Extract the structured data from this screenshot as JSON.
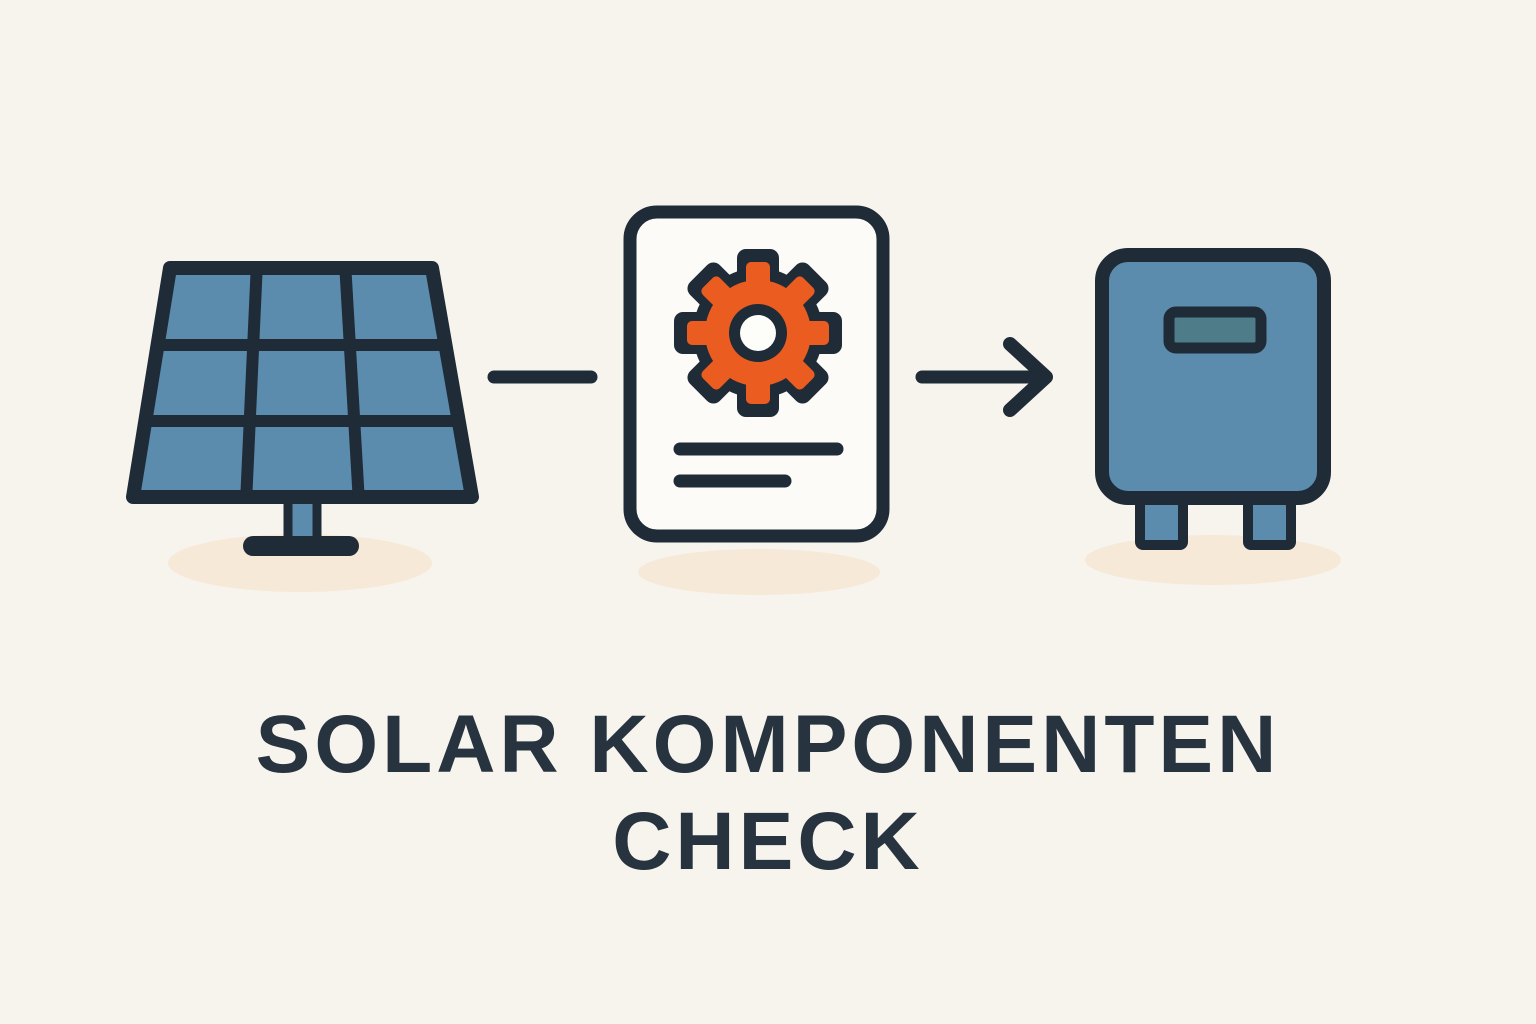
{
  "title": {
    "line1": "SOLAR KOMPONENTEN",
    "line2": "CHECK"
  },
  "diagram": {
    "flow": [
      "solar-panel",
      "dash-connector",
      "document-gear-check",
      "arrow-right",
      "inverter"
    ],
    "icons": {
      "solar_panel": "solar-panel-icon",
      "dash_connector": "dash-connector-icon",
      "document": "document-icon",
      "gear": "gear-icon",
      "text_lines": "document-text-lines",
      "arrow": "arrow-right-icon",
      "inverter": "inverter-icon",
      "display": "inverter-display-icon"
    }
  },
  "palette": {
    "background": "#f7f4ee",
    "outline_dark": "#1f2b36",
    "panel_blue": "#5b8bad",
    "accent_orange": "#eb5c20",
    "shadow_cream": "#f6e9d8",
    "card_white": "#fcfbf8",
    "display_teal": "#4e7d89",
    "title_text": "#27333f"
  }
}
